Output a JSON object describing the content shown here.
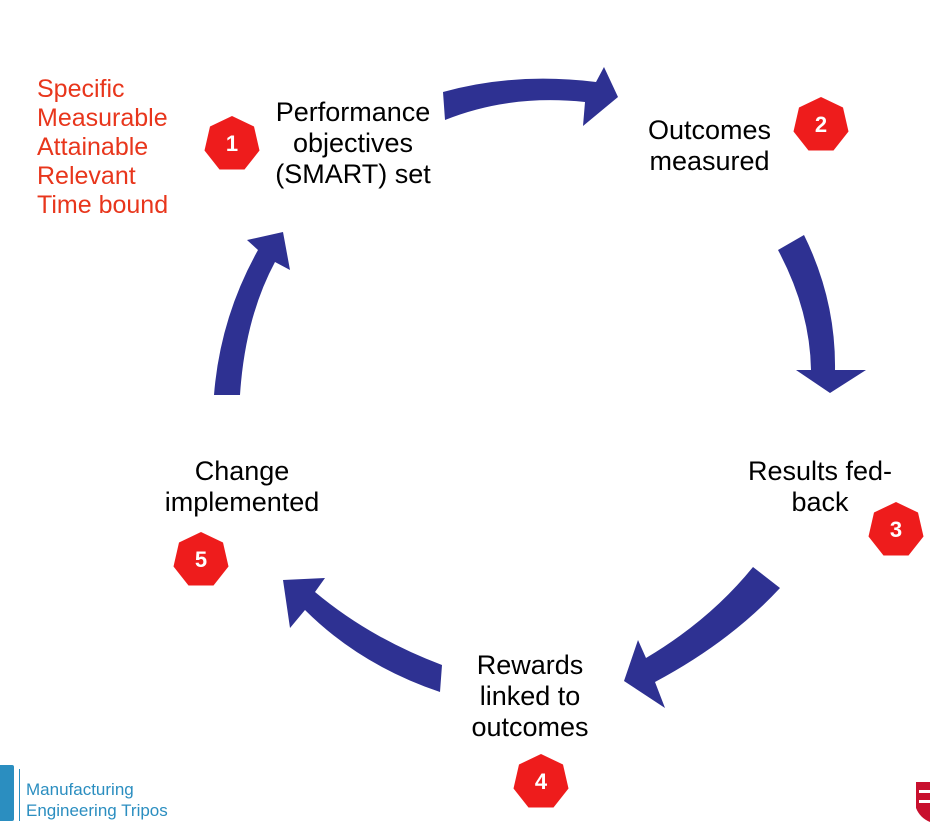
{
  "stages": [
    {
      "number": "1",
      "line1": "Performance",
      "line2": "objectives",
      "line3": "(SMART) set"
    },
    {
      "number": "2",
      "line1": "Outcomes",
      "line2": "measured"
    },
    {
      "number": "3",
      "line1": "Results fed-",
      "line2": "back"
    },
    {
      "number": "4",
      "line1": "Rewards",
      "line2": "linked to",
      "line3": "outcomes"
    },
    {
      "number": "5",
      "line1": "Change",
      "line2": "implemented"
    }
  ],
  "smart": [
    "Specific",
    "Measurable",
    "Attainable",
    "Relevant",
    "Time bound"
  ],
  "footer": {
    "line1": "Manufacturing",
    "line2": "Engineering Tripos"
  },
  "colors": {
    "arrow": "#2e3192",
    "badge": "#ee1c1c",
    "smart_text": "#e8361c",
    "logo": "#2b8ec0",
    "crest": "#c8102e"
  },
  "icons": {
    "badge_shape": "red-heptagon",
    "crest": "university-crest-icon"
  }
}
